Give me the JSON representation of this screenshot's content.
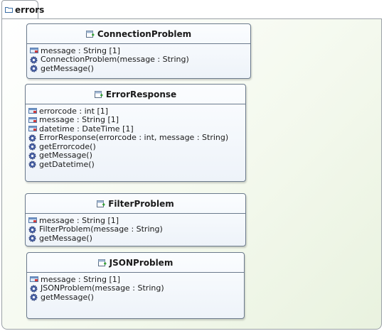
{
  "package": {
    "name": "errors",
    "icon": "folder-icon"
  },
  "classes": [
    {
      "name": "ConnectionProblem",
      "attributes": [
        "message : String [1]"
      ],
      "operations": [
        "ConnectionProblem(message : String)",
        "getMessage()"
      ]
    },
    {
      "name": "ErrorResponse",
      "attributes": [
        "errorcode : int [1]",
        "message : String [1]",
        "datetime : DateTime [1]"
      ],
      "operations": [
        "ErrorResponse(errorcode : int, message : String)",
        "getErrorcode()",
        "getMessage()",
        "getDatetime()"
      ]
    },
    {
      "name": "FilterProblem",
      "attributes": [
        "message : String [1]"
      ],
      "operations": [
        "FilterProblem(message : String)",
        "getMessage()"
      ]
    },
    {
      "name": "JSONProblem",
      "attributes": [
        "message : String [1]"
      ],
      "operations": [
        "JSONProblem(message : String)",
        "getMessage()"
      ]
    }
  ],
  "icons": {
    "class": "class-icon",
    "attribute": "attribute-icon",
    "operation": "operation-gear-icon"
  }
}
